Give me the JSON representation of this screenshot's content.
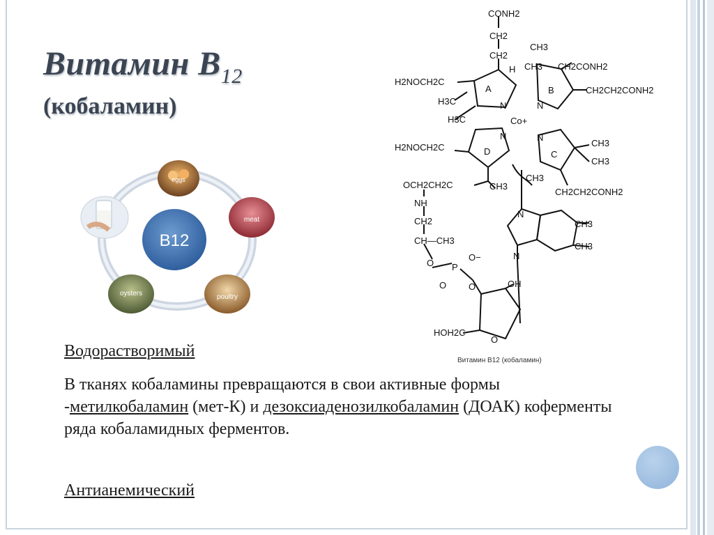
{
  "slide": {
    "title_main": "Витамин B",
    "title_subscript": "12",
    "subtitle": "(кобаламин)"
  },
  "diagram": {
    "center_label": "B12",
    "foods": [
      "eggs",
      "meat",
      "poultry",
      "oysters"
    ]
  },
  "structure": {
    "caption": "Витамин B12 (кобаламин)",
    "labels": {
      "conh2_top": "CONH2",
      "ch2_a": "CH2",
      "ch2_b": "CH2",
      "ch3_top": "CH3",
      "h": "H",
      "ch3_mid": "CH3",
      "ch2conh2": "CH2CONH2",
      "h2noch2c_1": "H2NOCH2C",
      "h3c_1": "H3C",
      "ring_a": "A",
      "ring_b": "B",
      "ch2ch2conh2_1": "CH2CH2CONH2",
      "n1": "N",
      "n2": "N",
      "co": "Co+",
      "h3c_2": "H3C",
      "h2noch2c_2": "H2NOCH2C",
      "ring_d": "D",
      "ring_c": "C",
      "n3": "N",
      "n4": "N",
      "ch3_r1": "CH3",
      "ch3_r2": "CH3",
      "och2ch2c": "OCH2CH2C",
      "ch3_l": "CH3",
      "ch3_c": "CH3",
      "ch2ch2conh2_2": "CH2CH2CONH2",
      "nh": "NH",
      "ch2_c": "CH2",
      "ch_ch3": "CH—CH3",
      "n5": "N",
      "ch3_bz1": "CH3",
      "ch3_bz2": "CH3",
      "o1": "O",
      "p": "P",
      "o_minus": "O−",
      "o2": "O",
      "o3": "O",
      "oh": "OH",
      "hoh2c": "HOH2C",
      "o_ring": "O",
      "n6": "N"
    }
  },
  "content": {
    "line1": "Водорастворимый",
    "para_part1": "В тканях кобаламины превращаются в свои активные формы -",
    "link_methyl": "метилкобаламин",
    "para_part2": " (мет-К) и ",
    "link_deoxy": "дезоксиаденозилкобаламин",
    "para_part3": " (ДОАК) коферменты ряда кобаламидных ферментов.",
    "line3": "Антианемический"
  }
}
